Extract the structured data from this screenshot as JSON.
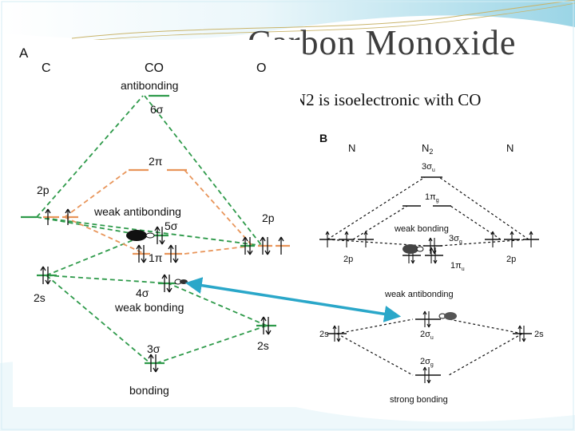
{
  "slide": {
    "title": "Carbon Monoxide",
    "bullet": "N2 is  isoelectronic  with CO",
    "bullet_glyph": "\u0000"
  },
  "panel_a": {
    "panel_label": "A",
    "left_atom": "C",
    "center_molecule": "CO",
    "right_atom": "O",
    "labels": {
      "antibonding": "antibonding",
      "six_sigma": "6σ",
      "two_pi": "2π",
      "two_p_left": "2p",
      "weak_antibonding": "weak antibonding",
      "two_p_right": "2p",
      "five_sigma": "5σ",
      "one_pi": "1π",
      "two_s_left": "2s",
      "four_sigma": "4σ",
      "weak_bonding": "weak bonding",
      "two_s_right": "2s",
      "three_sigma": "3σ",
      "bonding": "bonding"
    },
    "colors": {
      "green": "#2e9a4a",
      "orange": "#e8955a",
      "black": "#111111"
    }
  },
  "panel_b": {
    "panel_label": "B",
    "left_atom": "N",
    "center_molecule": "N",
    "center_subscript": "2",
    "right_atom": "N",
    "labels": {
      "three_sigma": "3σ",
      "three_sigma_sub": "u",
      "one_pi": "1π",
      "one_pi_sub": "g",
      "weak_bonding": "weak bonding",
      "three_sigma_g": "3σ",
      "three_sigma_g_sub": "g",
      "two_p_left": "2p",
      "one_pi_u": "1π",
      "one_pi_u_sub": "u",
      "two_p_right": "2p",
      "weak_antibonding": "weak antibonding",
      "two_s_left": "2s",
      "two_sigma_u": "2σ",
      "two_sigma_u_sub": "u",
      "two_s_right": "2s",
      "two_sigma_g": "2σ",
      "two_sigma_g_sub": "g",
      "strong_bonding": "strong bonding"
    }
  },
  "arrow": {
    "color": "#2aa7c9"
  },
  "theme": {
    "wave_color": "#9fd6e6",
    "gold_line": "#c9b46a"
  }
}
